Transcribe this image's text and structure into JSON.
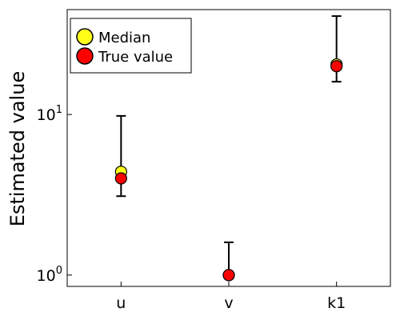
{
  "chart_data": {
    "type": "scatter",
    "ylabel": "Estimated value",
    "y_scale": "log",
    "ylim": [
      0.85,
      45
    ],
    "y_ticks": [
      {
        "value": 1,
        "base": "10",
        "exp": "0"
      },
      {
        "value": 10,
        "base": "10",
        "exp": "1"
      }
    ],
    "categories": [
      "u",
      "v",
      "k1"
    ],
    "series": [
      {
        "name": "Median",
        "color": "#ffff1a",
        "values": [
          4.4,
          1.0,
          20.5
        ]
      },
      {
        "name": "True value",
        "color": "#ff0000",
        "values": [
          4.0,
          1.0,
          20.0
        ]
      }
    ],
    "error_bars": [
      {
        "category": "u",
        "low": 3.1,
        "high": 9.8
      },
      {
        "category": "v",
        "low": 0.97,
        "high": 1.6
      },
      {
        "category": "k1",
        "low": 16.0,
        "high": 41.0
      }
    ],
    "legend_position": "top-left",
    "grid": false
  }
}
